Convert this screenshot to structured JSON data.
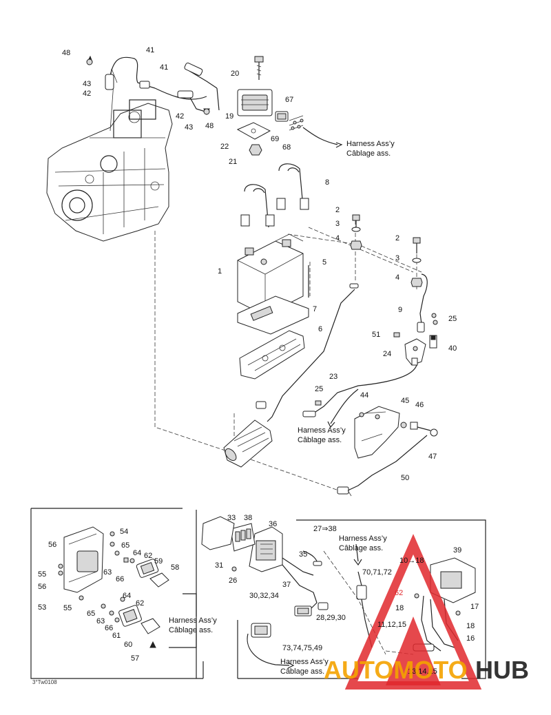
{
  "labels": {
    "c_1": "1",
    "c_2a": "2",
    "c_3a": "3",
    "c_4a": "4",
    "c_2b": "2",
    "c_3b": "3",
    "c_4b": "4",
    "c_5": "5",
    "c_6": "6",
    "c_7": "7",
    "c_8": "8",
    "c_9": "9",
    "c_19": "19",
    "c_20": "20",
    "c_21": "21",
    "c_22": "22",
    "c_23": "23",
    "c_24": "24",
    "c_25a": "25",
    "c_25b": "25",
    "c_40": "40",
    "c_41a": "41",
    "c_41b": "41",
    "c_42a": "42",
    "c_42b": "42",
    "c_43a": "43",
    "c_43b": "43",
    "c_44": "44",
    "c_45": "45",
    "c_46": "46",
    "c_47": "47",
    "c_48a": "48",
    "c_48b": "48",
    "c_50": "50",
    "c_51": "51",
    "c_67": "67",
    "c_68": "68",
    "c_69": "69",
    "c_26": "26",
    "c_27to38": "27⇒38",
    "c_28_29_30": "28,29,30",
    "c_30_32_34": "30,32,34",
    "c_31": "31",
    "c_33": "33",
    "c_35": "35",
    "c_36": "36",
    "c_37": "37",
    "c_38": "38",
    "c_53": "53",
    "c_54": "54",
    "c_55a": "55",
    "c_55b": "55",
    "c_56a": "56",
    "c_56b": "56",
    "c_57": "57",
    "c_58": "58",
    "c_59": "59",
    "c_60": "60",
    "c_61": "61",
    "c_62a": "62",
    "c_62b": "62",
    "c_63a": "63",
    "c_63b": "63",
    "c_64a": "64",
    "c_64b": "64",
    "c_65a": "65",
    "c_65b": "65",
    "c_66a": "66",
    "c_66b": "66",
    "c_70_71_72": "70,71,72",
    "c_73_74_75_49": "73,74,75,49",
    "c_10to18": "10→18",
    "c_39": "39",
    "c_62c": "62",
    "c_18a": "18",
    "c_18b": "18",
    "c_17": "17",
    "c_16": "16",
    "c_11_12_15": "11,12,15",
    "c_13_14_15": "13,14,15"
  },
  "harness": {
    "line1": "Harness Ass’y",
    "line2": "Câblage ass."
  },
  "figure_code": "3°Tw0108",
  "watermark": {
    "brand_left": "AUTOMOTO",
    "brand_right": "HUB",
    "color_left": "#f4a300",
    "color_right": "#1f1f1f",
    "triangle_color": "#e1282d"
  }
}
